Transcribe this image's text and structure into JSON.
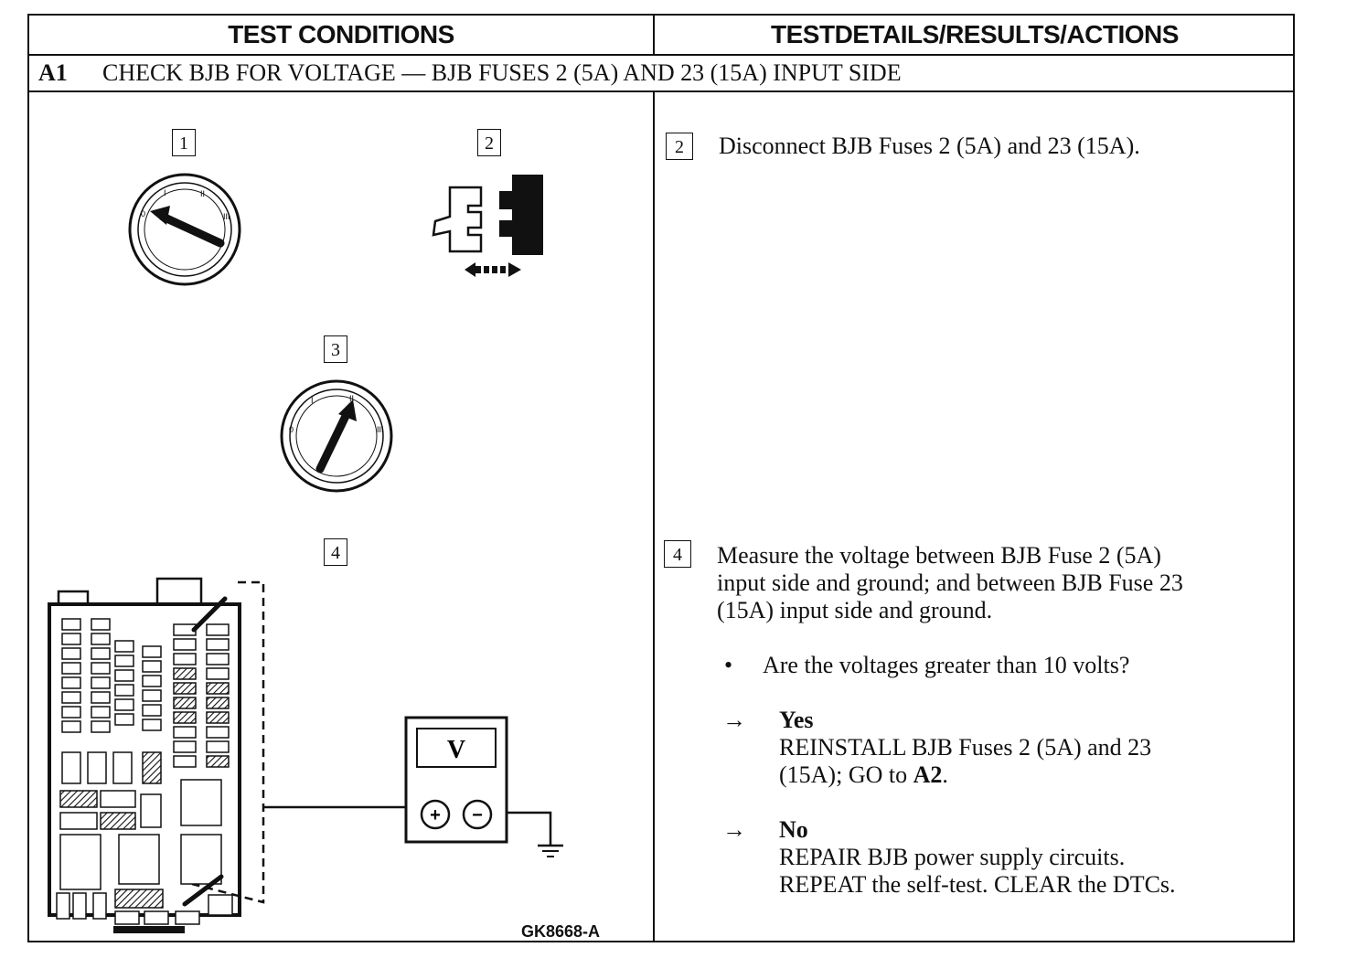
{
  "header": {
    "left_title": "TEST CONDITIONS",
    "right_title": "TESTDETAILS/RESULTS/ACTIONS"
  },
  "step": {
    "number": "A1",
    "title": "CHECK BJB FOR VOLTAGE — BJB FUSES 2 (5A) AND 23 (15A) INPUT SIDE"
  },
  "diagram": {
    "markers": [
      "1",
      "2",
      "3",
      "4"
    ],
    "meter_label": "V",
    "plus_symbol": "+",
    "minus_symbol": "−",
    "switch_marks": [
      "0",
      "I",
      "II",
      "III"
    ],
    "figure_id": "GK8668-A"
  },
  "details": {
    "step2_marker": "2",
    "step2_text": "Disconnect BJB Fuses 2 (5A) and 23 (15A).",
    "step4_marker": "4",
    "step4_lines": [
      "Measure the voltage between BJB Fuse 2 (5A)",
      "input side and ground; and between BJB Fuse 23",
      "(15A) input side and ground."
    ],
    "bullet": "•",
    "question": "Are the voltages greater than 10 volts?",
    "arrow": "→",
    "yes_label": "Yes",
    "yes_lines": [
      "REINSTALL BJB Fuses 2 (5A) and 23",
      "(15A); GO to "
    ],
    "yes_goto": "A2",
    "yes_period": ".",
    "no_label": "No",
    "no_lines": [
      "REPAIR BJB power supply circuits.",
      "REPEAT the self-test. CLEAR the DTCs."
    ]
  }
}
